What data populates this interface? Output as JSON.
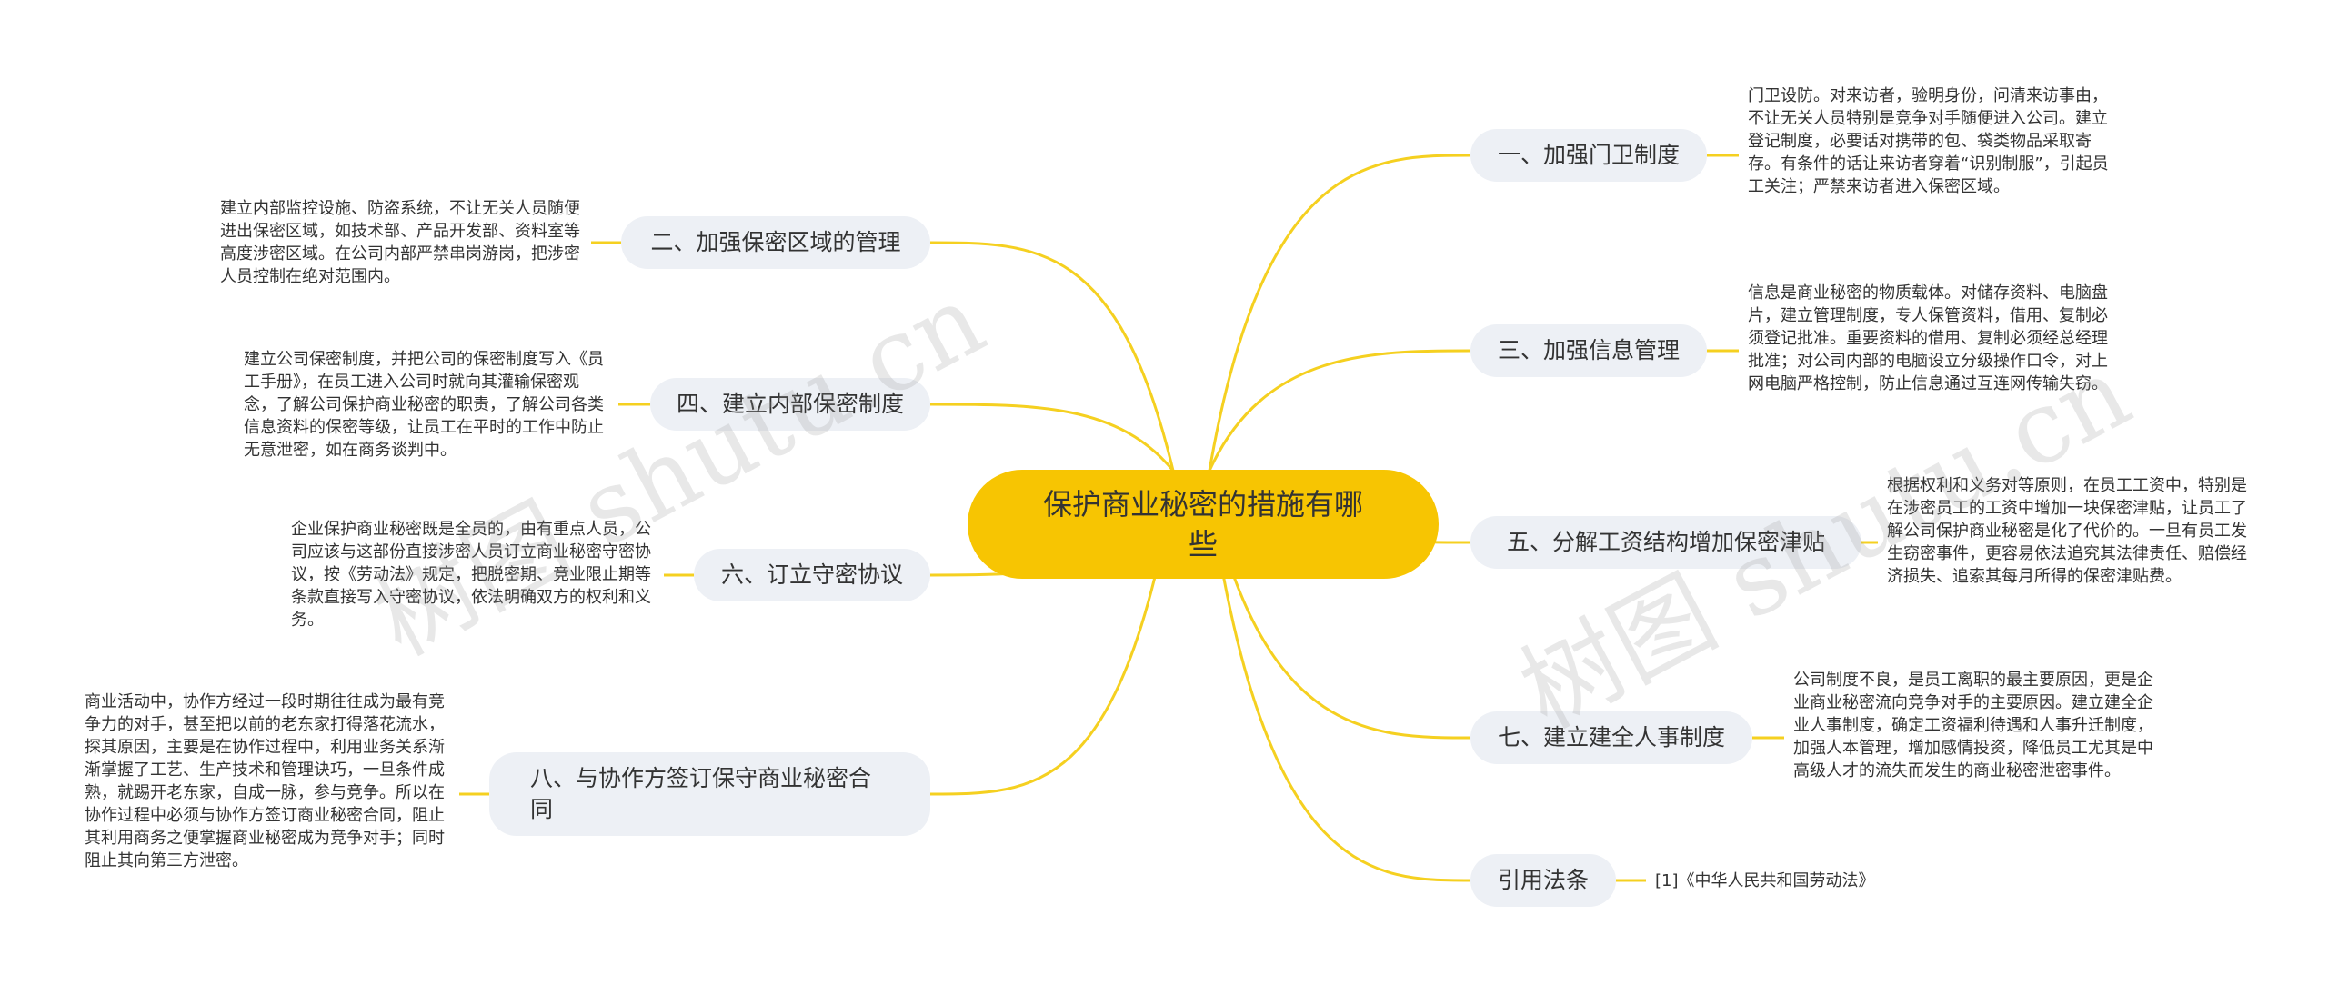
{
  "center": {
    "title": "保护商业秘密的措施有哪些"
  },
  "branches": [
    {
      "label": "一、加强门卫制度",
      "detail": "门卫设防。对来访者，验明身份，问清来访事由，不让无关人员特别是竞争对手随便进入公司。建立登记制度，必要话对携带的包、袋类物品采取寄存。有条件的话让来访者穿着“识别制服”，引起员工关注；严禁来访者进入保密区域。"
    },
    {
      "label": "二、加强保密区域的管理",
      "detail": "建立内部监控设施、防盗系统，不让无关人员随便进出保密区域，如技术部、产品开发部、资料室等高度涉密区域。在公司内部严禁串岗游岗，把涉密人员控制在绝对范围内。"
    },
    {
      "label": "三、加强信息管理",
      "detail": "信息是商业秘密的物质载体。对储存资料、电脑盘片，建立管理制度，专人保管资料，借用、复制必须登记批准。重要资料的借用、复制必须经总经理批准；对公司内部的电脑设立分级操作口令，对上网电脑严格控制，防止信息通过互连网传输失窃。"
    },
    {
      "label": "四、建立内部保密制度",
      "detail": "建立公司保密制度，并把公司的保密制度写入《员工手册》，在员工进入公司时就向其灌输保密观念，了解公司保护商业秘密的职责，了解公司各类信息资料的保密等级，让员工在平时的工作中防止无意泄密，如在商务谈判中。"
    },
    {
      "label": "五、分解工资结构增加保密津贴",
      "detail": "根据权利和义务对等原则，在员工工资中，特别是在涉密员工的工资中增加一块保密津贴，让员工了解公司保护商业秘密是化了代价的。一旦有员工发生窃密事件，更容易依法追究其法律责任、赔偿经济损失、追索其每月所得的保密津贴费。"
    },
    {
      "label": "六、订立守密协议",
      "detail": "企业保护商业秘密既是全员的，由有重点人员，公司应该与这部份直接涉密人员订立商业秘密守密协议，按《劳动法》规定，把脱密期、竞业限止期等条款直接写入守密协议，依法明确双方的权利和义务。"
    },
    {
      "label": "七、建立建全人事制度",
      "detail": "公司制度不良，是员工离职的最主要原因，更是企业商业秘密流向竞争对手的主要原因。建立建全企业人事制度，确定工资福利待遇和人事升迁制度，加强人本管理，增加感情投资，降低员工尤其是中高级人才的流失而发生的商业秘密泄密事件。"
    },
    {
      "label": "八、与协作方签订保守商业秘密合同",
      "detail": "商业活动中，协作方经过一段时期往往成为最有竞争力的对手，甚至把以前的老东家打得落花流水，探其原因，主要是在协作过程中，利用业务关系渐渐掌握了工艺、生产技术和管理诀巧，一旦条件成熟，就踢开老东家，自成一脉，参与竞争。所以在协作过程中必须与协作方签订商业秘密合同，阻止其利用商务之便掌握商业秘密成为竞争对手；同时阻止其向第三方泄密。"
    },
    {
      "label": "引用法条",
      "detail": "[1]《中华人民共和国劳动法》"
    }
  ],
  "watermarks": [
    "树图 shutu.cn",
    "树图 shutu.cn"
  ],
  "colors": {
    "center_fill": "#f7c502",
    "branch_fill": "#edf0f5",
    "connector": "#f5d020"
  }
}
